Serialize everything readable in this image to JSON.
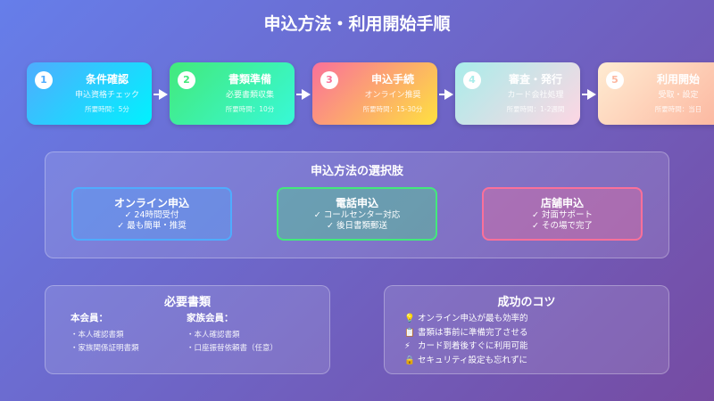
{
  "title": "申込方法・利用開始手順",
  "steps": [
    {
      "num": "1",
      "title": "条件確認",
      "sub": "申込資格チェック",
      "time": "所要時間：5分",
      "gradient": [
        "#4facfe",
        "#00f2fe"
      ],
      "num_color": "#4facfe"
    },
    {
      "num": "2",
      "title": "書類準備",
      "sub": "必要書類収集",
      "time": "所要時間：10分",
      "gradient": [
        "#43e97b",
        "#38f9d7"
      ],
      "num_color": "#43e97b"
    },
    {
      "num": "3",
      "title": "申込手続",
      "sub": "オンライン推奨",
      "time": "所要時間：15-30分",
      "gradient": [
        "#fa709a",
        "#fee140"
      ],
      "num_color": "#fa709a"
    },
    {
      "num": "4",
      "title": "審査・発行",
      "sub": "カード会社処理",
      "time": "所要時間：1-2週間",
      "gradient": [
        "#a8edea",
        "#fed6e3"
      ],
      "num_color": "#a8edea"
    },
    {
      "num": "5",
      "title": "利用開始",
      "sub": "受取・設定",
      "time": "所要時間：当日",
      "gradient": [
        "#ffecd2",
        "#fcb69f"
      ],
      "num_color": "#fcb69f"
    }
  ],
  "options": {
    "title": "申込方法の選択肢",
    "cards": [
      {
        "title": "オンライン申込",
        "lines": [
          "✓ 24時間受付",
          "✓ 最も簡単・推奨"
        ],
        "color": "#4facfe"
      },
      {
        "title": "電話申込",
        "lines": [
          "✓ コールセンター対応",
          "✓ 後日書類郵送"
        ],
        "color": "#43e97b"
      },
      {
        "title": "店舗申込",
        "lines": [
          "✓ 対面サポート",
          "✓ その場で完了"
        ],
        "color": "#fa709a"
      }
    ]
  },
  "documents": {
    "title": "必要書類",
    "main": {
      "heading": "本会員：",
      "items": [
        "・本人確認書類",
        "・家族関係証明書類"
      ]
    },
    "family": {
      "heading": "家族会員：",
      "items": [
        "・本人確認書類",
        "・口座振替依頼書（任意）"
      ]
    }
  },
  "tips": {
    "title": "成功のコツ",
    "items": [
      {
        "icon": "💡",
        "text": "オンライン申込が最も効率的"
      },
      {
        "icon": "📋",
        "text": "書類は事前に準備完了させる"
      },
      {
        "icon": "⚡",
        "text": "カード到着後すぐに利用可能"
      },
      {
        "icon": "🔒",
        "text": "セキュリティ設定も忘れずに"
      }
    ]
  }
}
